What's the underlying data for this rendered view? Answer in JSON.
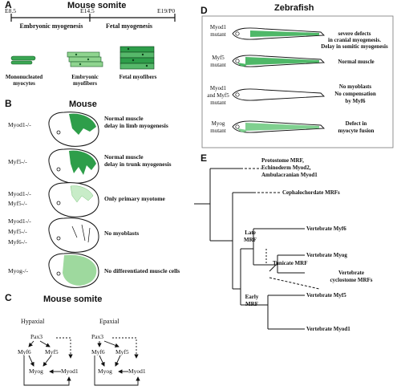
{
  "colors": {
    "muscle_green": "#2e9e4a",
    "light_green": "#9ed99e",
    "pale_green": "#c8ecc8",
    "zebrafish_green": "#4fb868",
    "line": "#111111"
  },
  "panelA": {
    "label": "A",
    "title": "Mouse somite",
    "timepoints": [
      "E8.5",
      "E14.5",
      "E19/P0"
    ],
    "phases": [
      "Embryonic myogenesis",
      "Fetal myogenesis"
    ],
    "cells": [
      "Mononucleated myocytes",
      "Embryonic myofibers",
      "Fetal myofibers"
    ]
  },
  "panelB": {
    "label": "B",
    "title": "Mouse",
    "rows": [
      {
        "genotype": [
          "Myod1-/-"
        ],
        "phenotype": [
          "Normal muscle",
          "delay in limb myogenesis"
        ]
      },
      {
        "genotype": [
          "Myf5-/-"
        ],
        "phenotype": [
          "Normal muscle",
          "delay in trunk myogenesis"
        ]
      },
      {
        "genotype": [
          "Myod1-/-",
          "Myf5-/-"
        ],
        "phenotype": [
          "Only primary myotome"
        ]
      },
      {
        "genotype": [
          "Myod1-/-",
          "Myf5-/-",
          "Myf6-/-"
        ],
        "phenotype": [
          "No myoblasts"
        ]
      },
      {
        "genotype": [
          "Myog-/-"
        ],
        "phenotype": [
          "No differentiated muscle cells"
        ]
      }
    ]
  },
  "panelC": {
    "label": "C",
    "title": "Mouse somite",
    "hypaxial": "Hypaxial",
    "epaxial": "Epaxial",
    "genes": {
      "pax3": "Pax3",
      "myf6": "Myf6",
      "myf5": "Myf5",
      "myog": "Myog",
      "myod1": "Myod1"
    }
  },
  "panelD": {
    "label": "D",
    "title": "Zebrafish",
    "rows": [
      {
        "genotype": [
          "Myod1",
          "mutant"
        ],
        "phenotype": [
          "severe defects",
          "in cranial myogenesis.",
          "Delay in somitic myogenesis"
        ]
      },
      {
        "genotype": [
          "Myf5",
          "mutant"
        ],
        "phenotype": [
          "Normal muscle"
        ]
      },
      {
        "genotype": [
          "Myod1",
          "and Myf5",
          "mutant"
        ],
        "phenotype": [
          "No myoblasts",
          "No compensation",
          "by Myf6"
        ]
      },
      {
        "genotype": [
          "Myog",
          "mutant"
        ],
        "phenotype": [
          "Defect in",
          "myocyte fusion"
        ]
      }
    ]
  },
  "panelE": {
    "label": "E",
    "leaves": [
      [
        "Protostome MRF,",
        "Echinoderm Myod2,",
        "Ambulacranian Myod1"
      ],
      [
        "Cephalochordate MRFs"
      ],
      [
        "Vertebrate Myf6"
      ],
      [
        "Vertebrate Myog"
      ],
      [
        "Tunicate MRF"
      ],
      [
        "Vertebrate",
        "cyclostome MRFs"
      ],
      [
        "Vertebrate Myf5"
      ],
      [
        "Vertebrate Myod1"
      ]
    ],
    "clades": {
      "late": [
        "Late",
        "MRF"
      ],
      "early": [
        "Early",
        "MRF"
      ]
    }
  }
}
